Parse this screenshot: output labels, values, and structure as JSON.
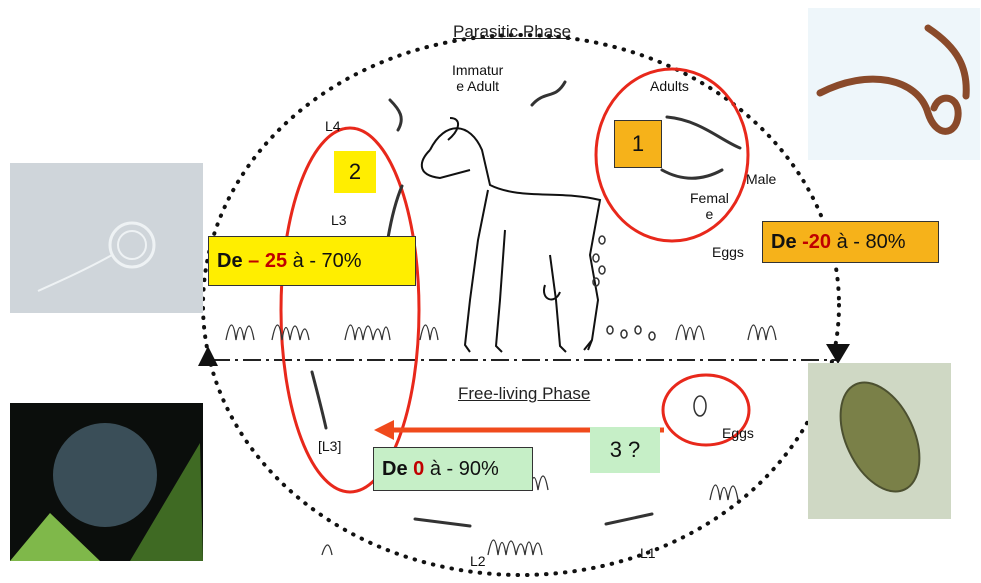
{
  "title": "Parasitic Phase",
  "subtitle": "Free-living Phase",
  "labels": {
    "immature_adult": "Immatur\ne Adult",
    "adults": "Adults",
    "male": "Male",
    "female": "Femal\ne",
    "eggs_top": "Eggs",
    "eggs_bottom": "Eggs",
    "l4": "L4",
    "l3": "L3",
    "l3_bracket": "[L3]",
    "l2": "L2",
    "l1": "L1"
  },
  "badges": {
    "one": "1",
    "two": "2",
    "three": "3 ?"
  },
  "reductions": {
    "right": {
      "prefix": "De",
      "value": "-20",
      "suffix": "à - 80%"
    },
    "left": {
      "prefix": "De",
      "value": "– 25",
      "suffix": "à - 70%"
    },
    "bottom": {
      "prefix": "De",
      "value": "0",
      "suffix": "à - 90%"
    }
  },
  "colors": {
    "cycle_red": "#e8281b",
    "arrow_red": "#f04a1c",
    "badge_orange": "#f6b21a",
    "badge_yellow": "#ffee00",
    "badge_green": "#c6efc7"
  }
}
